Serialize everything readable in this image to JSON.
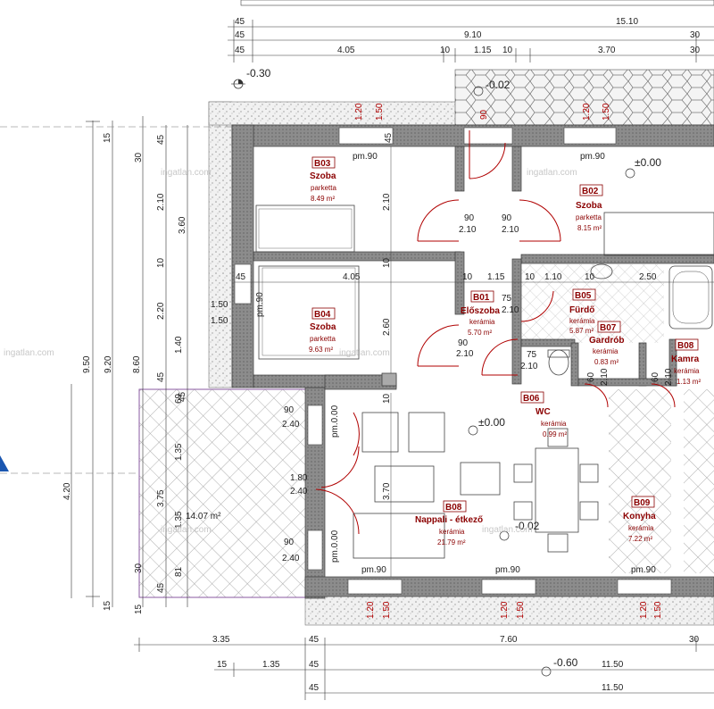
{
  "plan_title": "B lakás",
  "dims_top": {
    "r1": [
      "45",
      "15.10"
    ],
    "r2": [
      "45",
      "9.10",
      "30"
    ],
    "r3": [
      "45",
      "4.05",
      "10",
      "1.15",
      "10",
      "3.70",
      "30"
    ]
  },
  "dims_left": {
    "c1": [
      "15",
      "9.50",
      "15"
    ],
    "c2": [
      "15",
      "9.20",
      "15"
    ],
    "c3": [
      "30",
      "8.60",
      "30",
      "4.20",
      "15"
    ],
    "c4": [
      "45",
      "2.10",
      "10",
      "2.20",
      "1.40",
      "45",
      "69",
      "1.35",
      "1.35",
      "81",
      "45"
    ],
    "c5": [
      "45",
      "3.60",
      "3.75"
    ]
  },
  "dims_bottom": {
    "r1": [
      "3.35",
      "45",
      "7.60",
      "30"
    ],
    "r2": [
      "15",
      "1.35",
      "45",
      "11.50"
    ],
    "r3": [
      "45",
      "11.50"
    ],
    "level": "-0.60"
  },
  "levels": {
    "l1": "-0.30",
    "l2": "-0.02",
    "l3": "±0.00",
    "l4": "±0.00",
    "l5": "-0.02"
  },
  "rooms": {
    "b03": {
      "id": "B03",
      "name": "Szoba",
      "floor": "parketta",
      "area": "8.49 m²"
    },
    "b02": {
      "id": "B02",
      "name": "Szoba",
      "floor": "parketta",
      "area": "8.15 m²"
    },
    "b04": {
      "id": "B04",
      "name": "Szoba",
      "floor": "parketta",
      "area": "9.63 m²"
    },
    "b01": {
      "id": "B01",
      "name": "Előszoba",
      "floor": "kerámia",
      "area": "5.70 m²"
    },
    "b05": {
      "id": "B05",
      "name": "Fürdő",
      "floor": "kerámia",
      "area": "5.87 m²"
    },
    "b07": {
      "id": "B07",
      "name": "Gardrób",
      "floor": "kerámia",
      "area": "0.83 m²"
    },
    "b08k": {
      "id": "B08",
      "name": "Kamra",
      "floor": "kerámia",
      "area": "1.13 m²"
    },
    "b06": {
      "id": "B06",
      "name": "WC",
      "floor": "kerámia",
      "area": "0.99 m²"
    },
    "b08": {
      "id": "B08",
      "name": "Nappali - étkező",
      "floor": "kerámia",
      "area": "21.79 m²"
    },
    "b09": {
      "id": "B09",
      "name": "Konyha",
      "floor": "kerámia",
      "area": "7.22 m²"
    },
    "terrace": {
      "area": "14.07 m²"
    }
  },
  "openings": {
    "pm90": "pm.90",
    "pm000": "pm.0.00",
    "d90": "90",
    "d210": "2.10",
    "d75": "75",
    "d60": "60",
    "d240": "2.40",
    "d180": "1.80",
    "w120": "1.20",
    "w150": "1.50",
    "v45": "45",
    "v210": "2.10",
    "v10": "10",
    "v260": "2.60",
    "v370": "3.70",
    "h405": "4.05",
    "h115": "1.15",
    "h110": "1.10",
    "h250": "2.50",
    "h10": "10",
    "h45": "45",
    "h150": "1.50"
  },
  "watermark": "ingatlan.com",
  "colors": {
    "wall": "#888888",
    "wall_dark": "#555555",
    "door": "#b00000",
    "hatch": "#999999",
    "terrace_outline": "#8a5aa0",
    "text_red": "#8b0000"
  }
}
